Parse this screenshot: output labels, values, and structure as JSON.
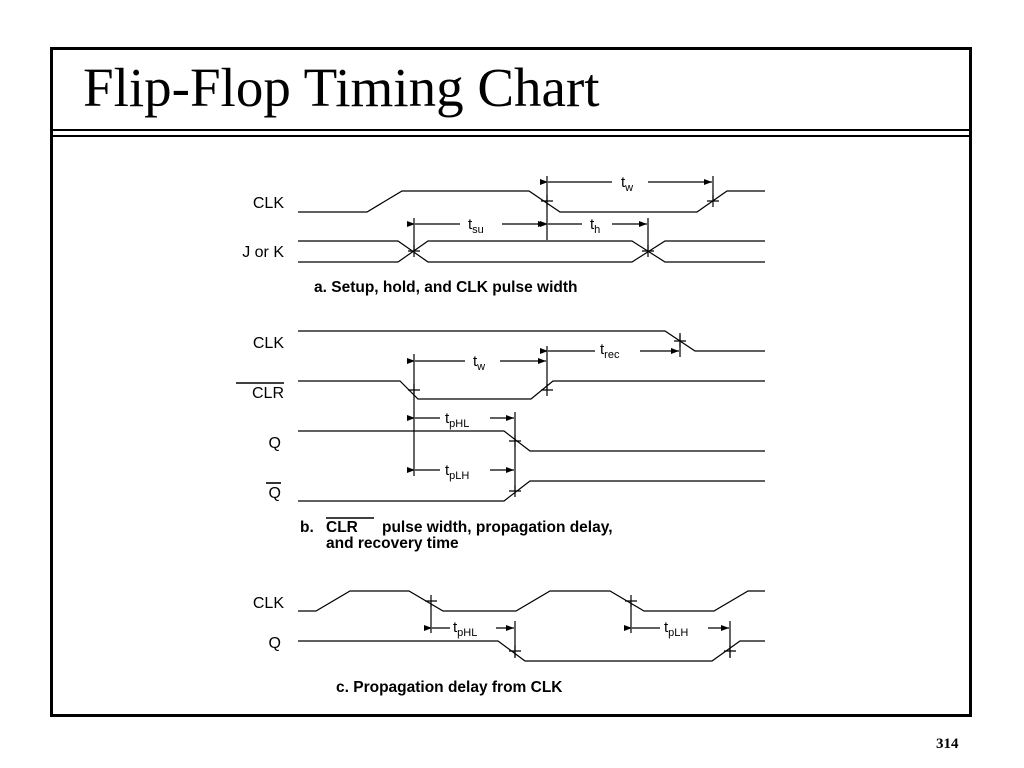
{
  "slide": {
    "title": "Flip-Flop Timing Chart",
    "page_number": "314"
  },
  "diagram": {
    "panel_a": {
      "signals": {
        "clk": "CLK",
        "jk": "J or K"
      },
      "caption": "a. Setup, hold, and CLK pulse width",
      "timing": [
        {
          "symbol": "t",
          "sub": "w"
        },
        {
          "symbol": "t",
          "sub": "su"
        },
        {
          "symbol": "t",
          "sub": "h"
        }
      ]
    },
    "panel_b": {
      "signals": {
        "clk": "CLK",
        "clr": "CLR",
        "q": "Q",
        "qbar": "Q"
      },
      "caption_prefix": "b.",
      "caption_clr": "CLR",
      "caption_rest": "pulse width, propagation delay,",
      "caption_line2": "and recovery time",
      "timing": [
        {
          "symbol": "t",
          "sub": "w"
        },
        {
          "symbol": "t",
          "sub": "rec"
        },
        {
          "symbol": "t",
          "sub": "pHL"
        },
        {
          "symbol": "t",
          "sub": "pLH"
        }
      ]
    },
    "panel_c": {
      "signals": {
        "clk": "CLK",
        "q": "Q"
      },
      "caption": "c. Propagation delay from CLK",
      "timing": [
        {
          "symbol": "t",
          "sub": "pHL"
        },
        {
          "symbol": "t",
          "sub": "pLH"
        }
      ]
    }
  }
}
